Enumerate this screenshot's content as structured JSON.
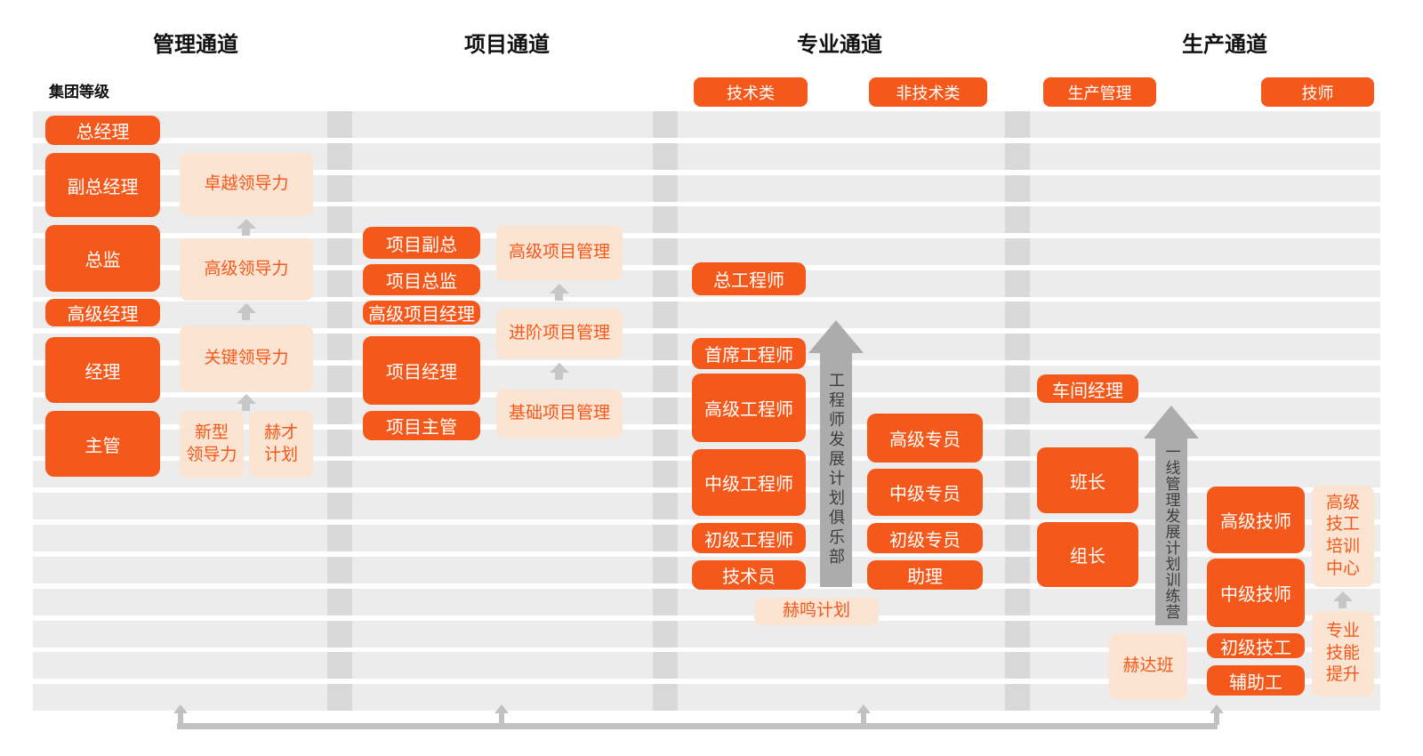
{
  "page": {
    "group_level_label": "集团等级"
  },
  "colors": {
    "accent": "#F4581A",
    "accent_light": "#FCE4D2",
    "stripe": "#ECECEC",
    "divider": "#D9D9D9",
    "arrow_gray": "#ACACAC",
    "small_arrow_gray": "#C6C6C6",
    "connector_gray": "#C1C1C1"
  },
  "channels": {
    "management": {
      "title": "管理通道",
      "positions": [
        "总经理",
        "副总经理",
        "总监",
        "高级经理",
        "经理",
        "主管"
      ],
      "programs": [
        "卓越领导力",
        "高级领导力",
        "关键领导力",
        "新型\n领导力",
        "赫才\n计划"
      ]
    },
    "project": {
      "title": "项目通道",
      "positions": [
        "项目副总",
        "项目总监",
        "高级项目经理",
        "项目经理",
        "项目主管"
      ],
      "programs": [
        "高级项目管理",
        "进阶项目管理",
        "基础项目管理"
      ]
    },
    "professional": {
      "title": "专业通道",
      "tracks": {
        "technical": "技术类",
        "non_technical": "非技术类"
      },
      "technical_positions": [
        "总工程师",
        "首席工程师",
        "高级工程师",
        "中级工程师",
        "初级工程师",
        "技术员"
      ],
      "non_technical_positions": [
        "高级专员",
        "中级专员",
        "初级专员",
        "助理"
      ],
      "program": "赫鸣计划",
      "arrow_label": "工程师发展计划俱乐部"
    },
    "production": {
      "title": "生产通道",
      "tracks": {
        "management": "生产管理",
        "technician": "技师"
      },
      "management_positions": [
        "车间经理",
        "班长",
        "组长"
      ],
      "technician_positions": [
        "高级技师",
        "中级技师",
        "初级技工",
        "辅助工"
      ],
      "programs": [
        "高级\n技工\n培训\n中心",
        "专业\n技能\n提升",
        "赫达班"
      ],
      "arrow_label": "一线管理发展计划训练营"
    }
  }
}
